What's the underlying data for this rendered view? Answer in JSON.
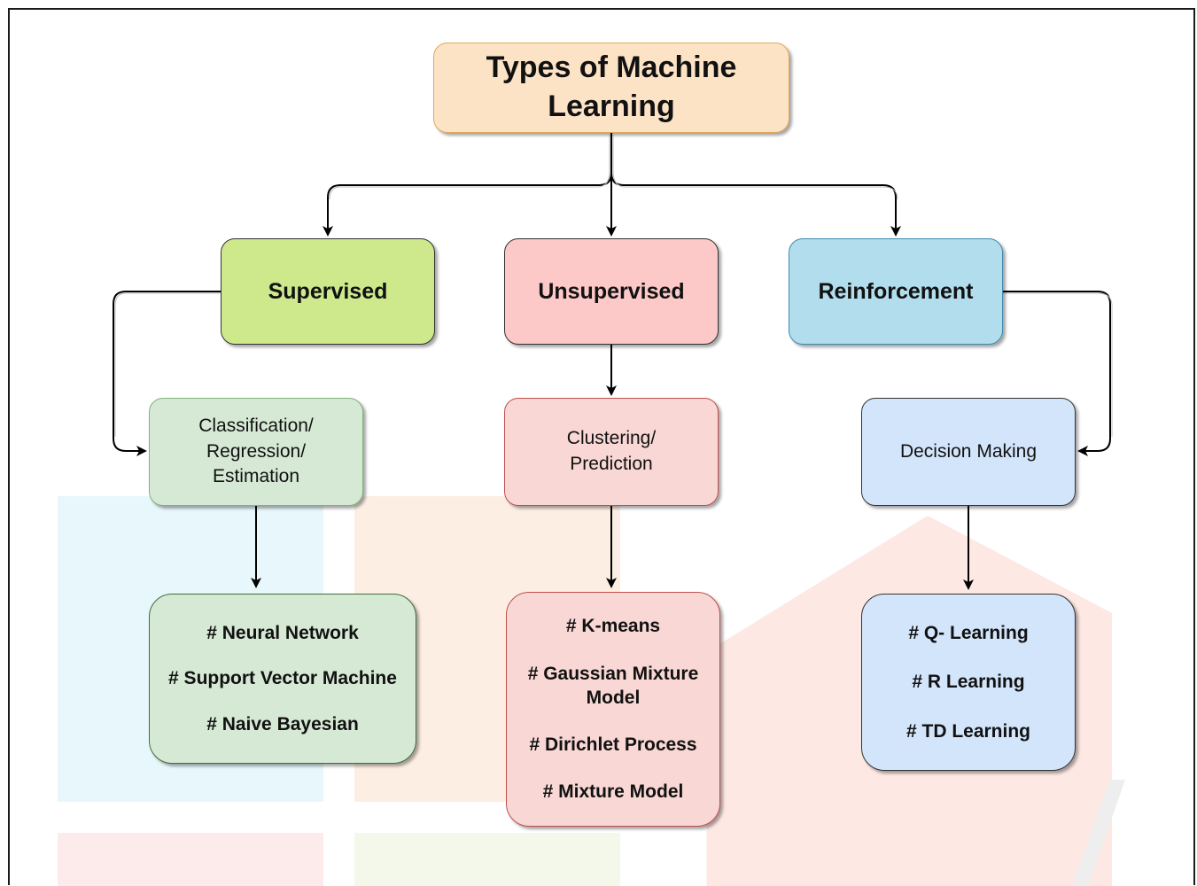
{
  "title": {
    "line1": "Types of Machine",
    "line2": "Learning"
  },
  "categories": {
    "supervised": "Supervised",
    "unsupervised": "Unsupervised",
    "reinforcement": "Reinforcement"
  },
  "tasks": {
    "supervised": {
      "line1": "Classification/",
      "line2": "Regression/",
      "line3": "Estimation"
    },
    "unsupervised": {
      "line1": "Clustering/",
      "line2": "Prediction"
    },
    "reinforcement": {
      "line1": "Decision Making"
    }
  },
  "algorithms": {
    "supervised": [
      "# Neural Network",
      "# Support Vector Machine",
      "# Naive Bayesian"
    ],
    "unsupervised": [
      "# K-means",
      "# Gaussian Mixture Model",
      "# Dirichlet Process",
      "# Mixture Model"
    ],
    "reinforcement": [
      "# Q- Learning",
      "# R Learning",
      "# TD Learning"
    ]
  }
}
